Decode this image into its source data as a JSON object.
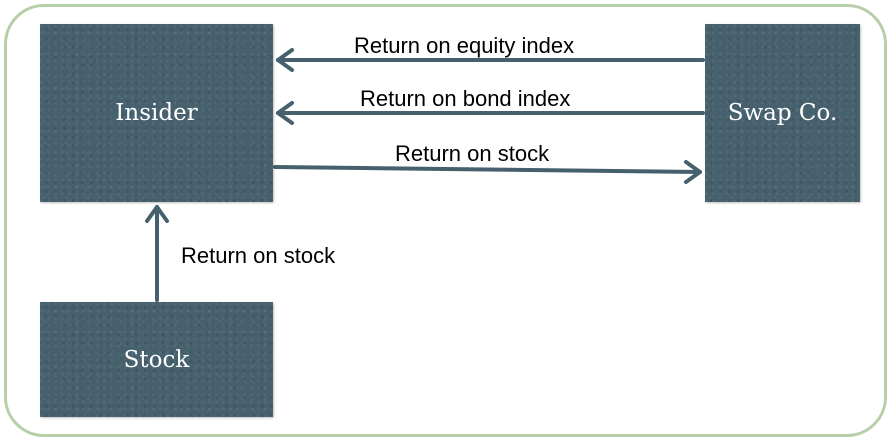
{
  "nodes": {
    "insider": "Insider",
    "swap": "Swap Co.",
    "stock": "Stock"
  },
  "edges": {
    "equity_index": "Return on equity index",
    "bond_index": "Return on bond index",
    "stock_to_swap": "Return on stock",
    "stock_to_insider": "Return on stock"
  },
  "colors": {
    "box": "#46606e",
    "arrow": "#46606e",
    "frame": "#b7cfa9"
  }
}
